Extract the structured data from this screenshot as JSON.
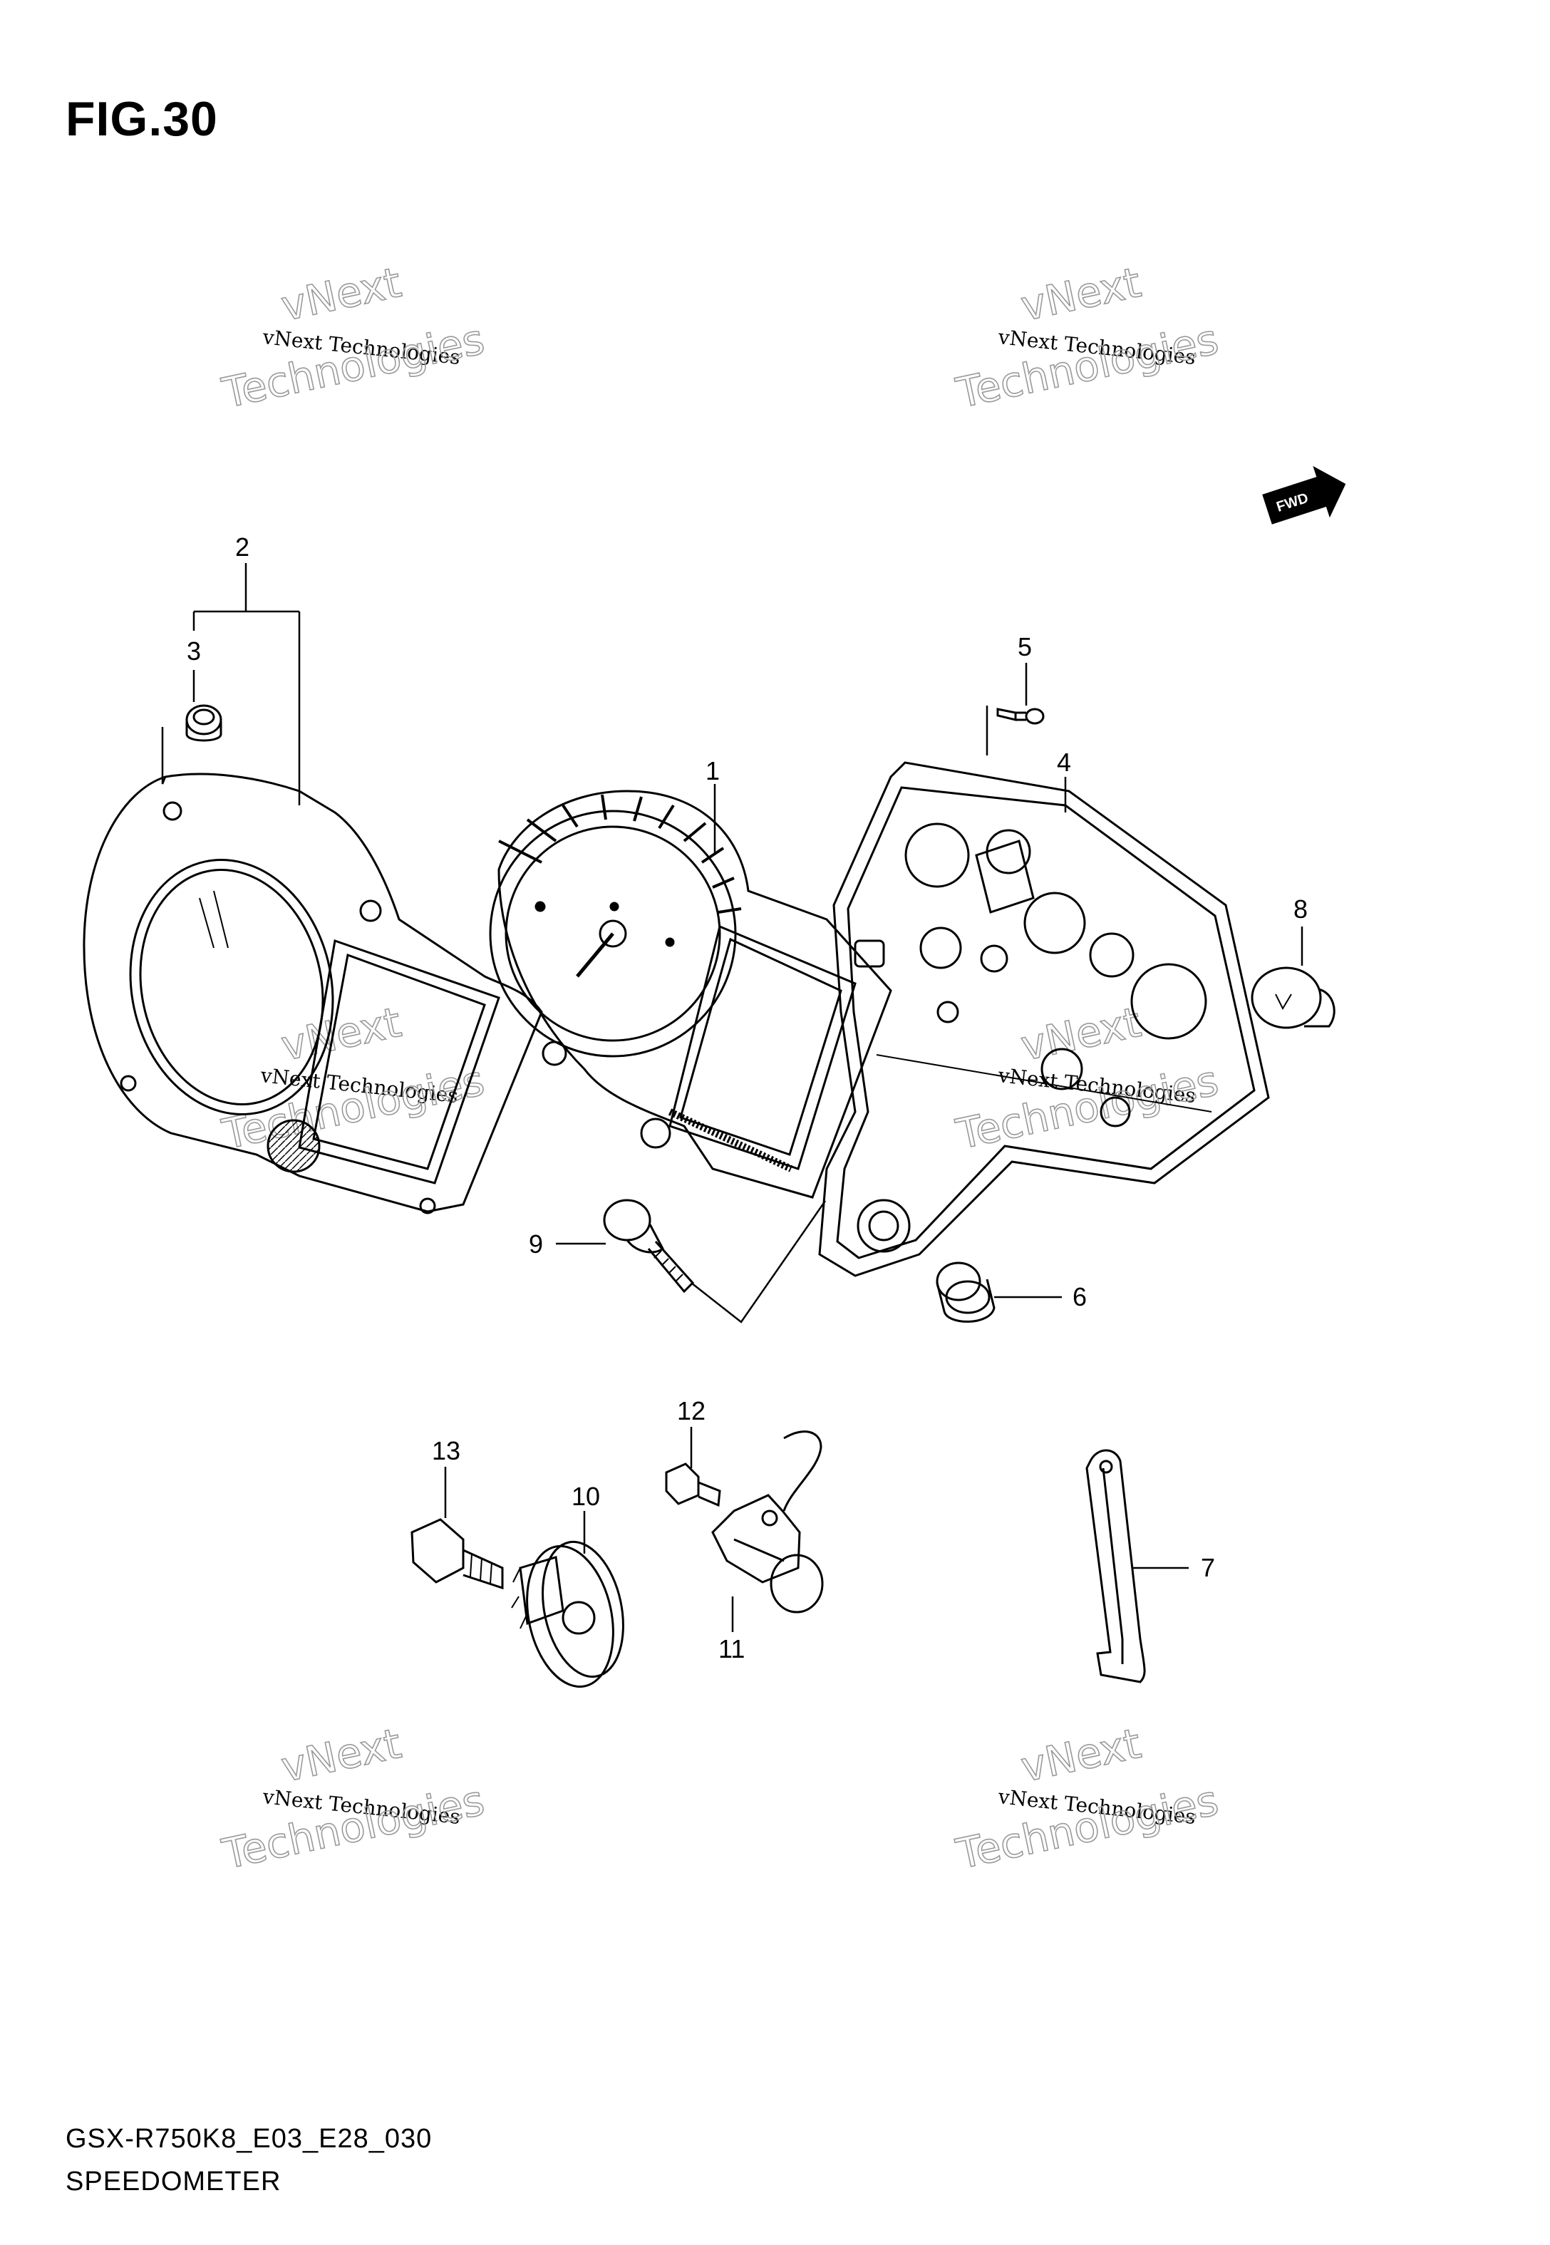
{
  "figure": {
    "title": "FIG.30",
    "model_code": "GSX-R750K8_E03_E28_030",
    "section_name": "SPEEDOMETER"
  },
  "watermark": {
    "line1": "vNext Technologies",
    "big_line1": "vNext",
    "big_line2": "Technologies"
  },
  "direction_marker": {
    "label": "FWD",
    "icon": "fwd-arrow-icon"
  },
  "callouts": {
    "c1": "1",
    "c2": "2",
    "c3": "3",
    "c4": "4",
    "c5": "5",
    "c6": "6",
    "c7": "7",
    "c8": "8",
    "c9": "9",
    "c10": "10",
    "c11": "11",
    "c12": "12",
    "c13": "13"
  }
}
